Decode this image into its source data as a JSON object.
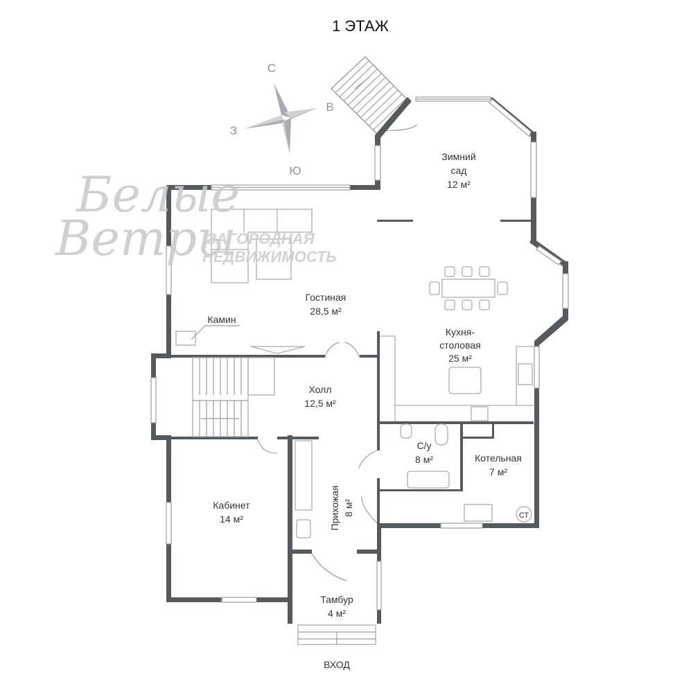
{
  "title": "1 ЭТАЖ",
  "compass": {
    "north": "С",
    "east": "В",
    "south": "Ю",
    "west": "З"
  },
  "watermark": {
    "brand_line1": "Белые",
    "brand_line2": "Ветры",
    "tagline1": "ЗАГОРОДНАЯ",
    "tagline2": "НЕДВИЖИМОСТЬ"
  },
  "rooms": {
    "winter_garden": {
      "name1": "Зимний",
      "name2": "сад",
      "area": "12 м²"
    },
    "living": {
      "name": "Гостиная",
      "area": "28,5 м²"
    },
    "kitchen": {
      "name1": "Кухня-",
      "name2": "столовая",
      "area": "25 м²"
    },
    "hall": {
      "name": "Холл",
      "area": "12,5 м²"
    },
    "wc": {
      "name": "С/у",
      "area": "8 м²"
    },
    "boiler": {
      "name": "Котельная",
      "area": "7 м²"
    },
    "study": {
      "name": "Кабинет",
      "area": "14 м²"
    },
    "entry": {
      "name": "Прихожая",
      "area": "8 м²"
    },
    "vestibule": {
      "name": "Тамбур",
      "area": "4 м²"
    }
  },
  "fireplace_label": "Камин",
  "boiler_mark": "СТ",
  "entrance_label": "ВХОД"
}
